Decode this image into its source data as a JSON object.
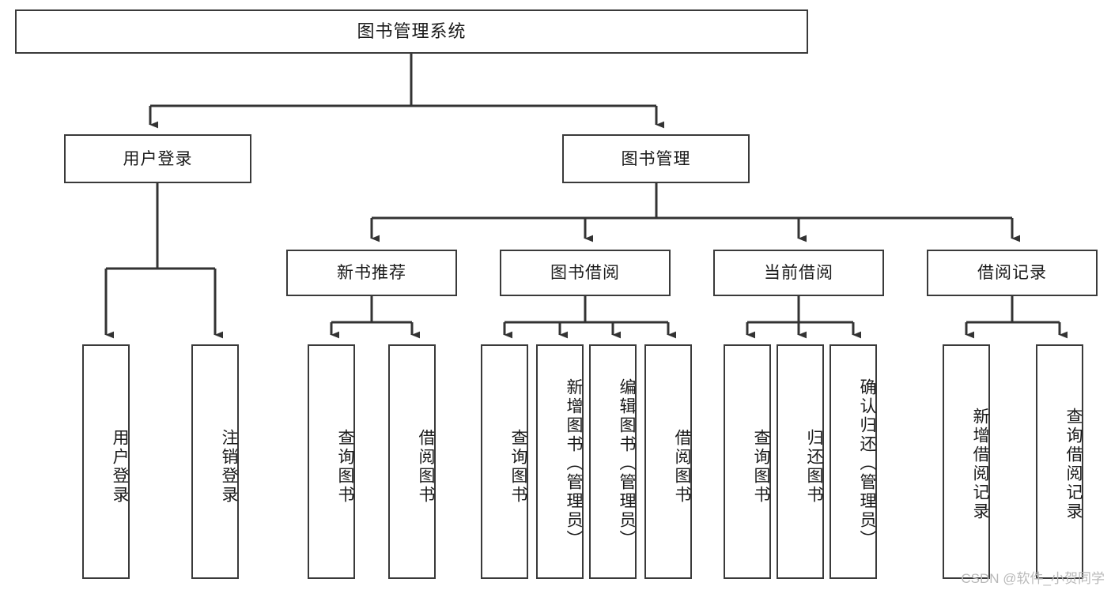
{
  "diagram": {
    "type": "tree",
    "title": "图书管理系统",
    "watermark": "CSDN @软件_小贺同学",
    "colors": {
      "box_border": "#3a3a3a",
      "box_fill": "#ffffff",
      "connector": "#333333",
      "text": "#1a1a1a",
      "watermark": "#b9b9b9"
    },
    "nodes": {
      "root": {
        "label": "图书管理系统"
      },
      "level2": [
        {
          "id": "user-login",
          "label": "用户登录"
        },
        {
          "id": "book-manage",
          "label": "图书管理"
        }
      ],
      "level3": [
        {
          "id": "new-book-recommend",
          "label": "新书推荐"
        },
        {
          "id": "book-borrow",
          "label": "图书借阅"
        },
        {
          "id": "current-borrow",
          "label": "当前借阅"
        },
        {
          "id": "borrow-record",
          "label": "借阅记录"
        }
      ],
      "leaves": {
        "user-login": [
          {
            "id": "leaf-user-login",
            "label": "用户登录"
          },
          {
            "id": "leaf-user-logout",
            "label": "注销登录"
          }
        ],
        "new-book-recommend": [
          {
            "id": "leaf-query-book-1",
            "label": "查询图书"
          },
          {
            "id": "leaf-borrow-book-1",
            "label": "借阅图书"
          }
        ],
        "book-borrow": [
          {
            "id": "leaf-query-book-2",
            "label": "查询图书"
          },
          {
            "id": "leaf-add-book",
            "label": "新增图书（管理员）"
          },
          {
            "id": "leaf-edit-book",
            "label": "编辑图书（管理员）"
          },
          {
            "id": "leaf-borrow-book-2",
            "label": "借阅图书"
          }
        ],
        "current-borrow": [
          {
            "id": "leaf-query-book-3",
            "label": "查询图书"
          },
          {
            "id": "leaf-return-book",
            "label": "归还图书"
          },
          {
            "id": "leaf-confirm-return",
            "label": "确认归还（管理员）"
          }
        ],
        "borrow-record": [
          {
            "id": "leaf-add-record",
            "label": "新增借阅记录"
          },
          {
            "id": "leaf-query-record",
            "label": "查询借阅记录"
          }
        ]
      }
    }
  }
}
